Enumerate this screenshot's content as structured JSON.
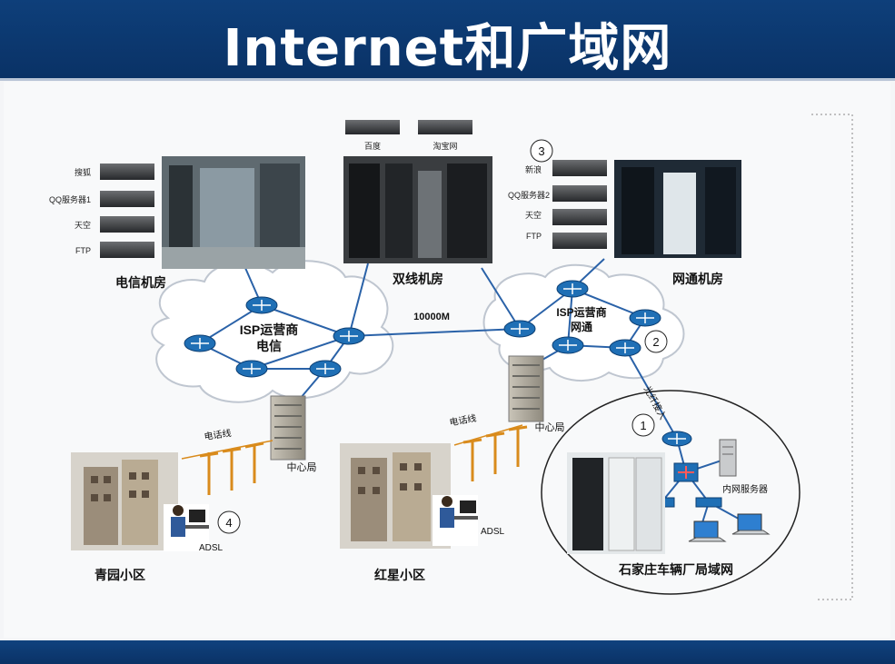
{
  "title": "Internet和广域网",
  "rooms": {
    "telecom": "电信机房",
    "dual": "双线机房",
    "netcom": "网通机房"
  },
  "telecom_servers": [
    "搜狐",
    "QQ服务器1",
    "天空",
    "FTP"
  ],
  "dual_servers": [
    "百度",
    "淘宝网"
  ],
  "netcom_servers": [
    "新浪",
    "QQ服务器2",
    "天空",
    "FTP"
  ],
  "isp": {
    "telecom_line1": "ISP运营商",
    "telecom_line2": "电信",
    "netcom_line1": "ISP运营商",
    "netcom_line2": "网通"
  },
  "link_speed": "10000M",
  "center_office_left": "中心局",
  "center_office_right": "中心局",
  "phone_line_left": "电话线",
  "phone_line_right": "电话线",
  "adsl_left": "ADSL",
  "adsl_right": "ADSL",
  "community_left": "青园小区",
  "community_right": "红星小区",
  "lan_title": "石家庄车辆厂局域网",
  "lan_server": "内网服务器",
  "fiber_label": "光纤接入",
  "markers": [
    "1",
    "2",
    "3",
    "4"
  ],
  "colors": {
    "header": "#0e3f7a",
    "router": "#1f6fb5",
    "link": "#2a62a8",
    "pole": "#d98b1c"
  }
}
